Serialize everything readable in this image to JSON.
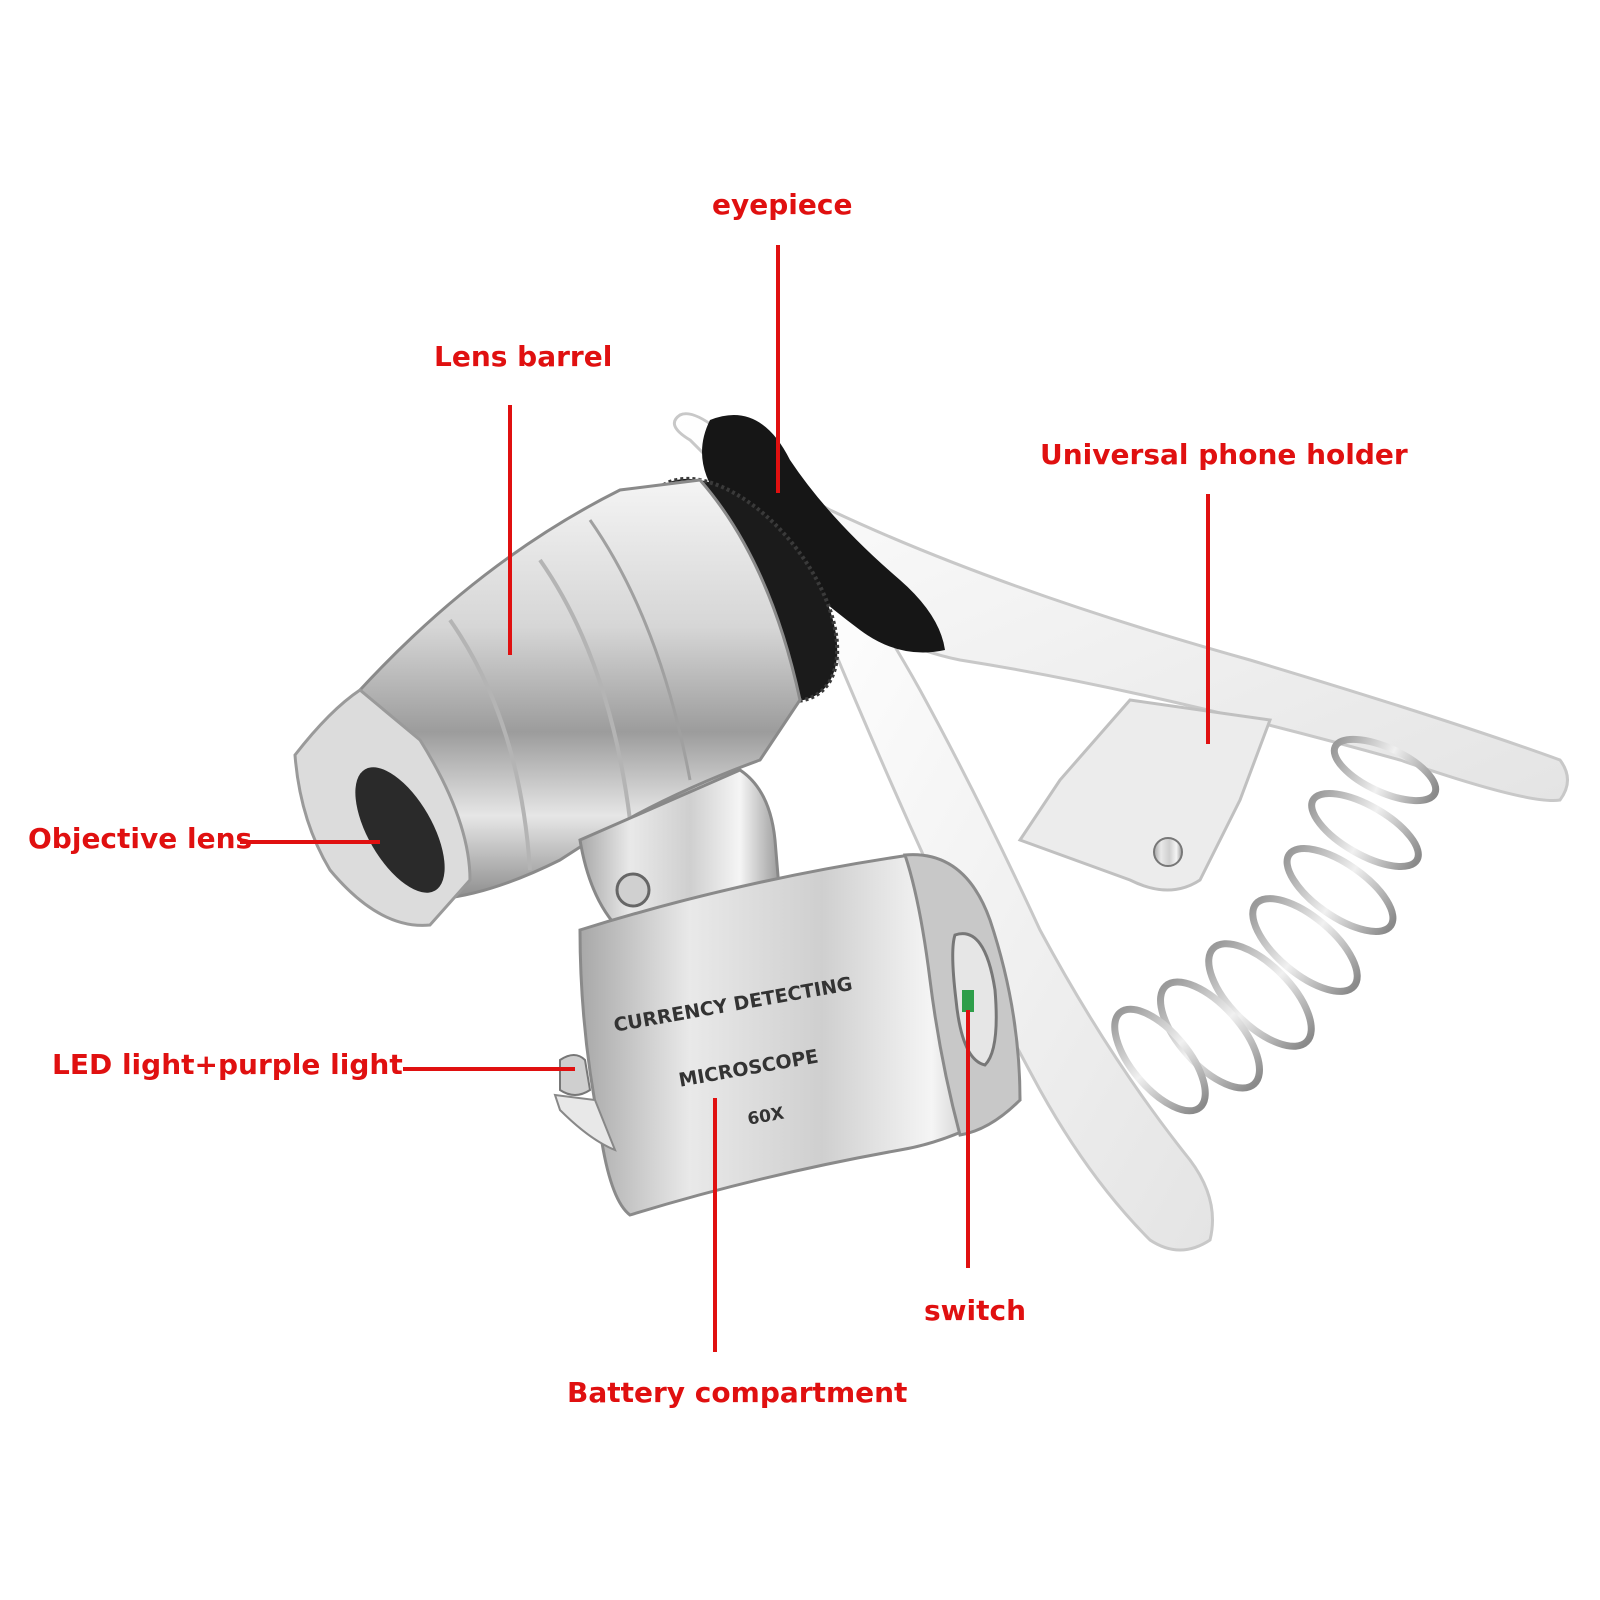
{
  "labels": {
    "eyepiece": "eyepiece",
    "lens_barrel": "Lens barrel",
    "universal_phone_holder": "Universal phone holder",
    "objective_lens": "Objective lens",
    "led_light": "LED light+purple light",
    "switch": "switch",
    "battery_compartment": "Battery compartment"
  },
  "device_text": {
    "line1": "CURRENCY DETECTING",
    "line2": "MICROSCOPE",
    "line3": "60X"
  },
  "colors": {
    "label": "#e01010",
    "background": "#ffffff",
    "clip": "#f6f6f6",
    "chrome_light": "#f2f2f2",
    "chrome_dark": "#8a8a8a",
    "black_ring": "#151515"
  }
}
